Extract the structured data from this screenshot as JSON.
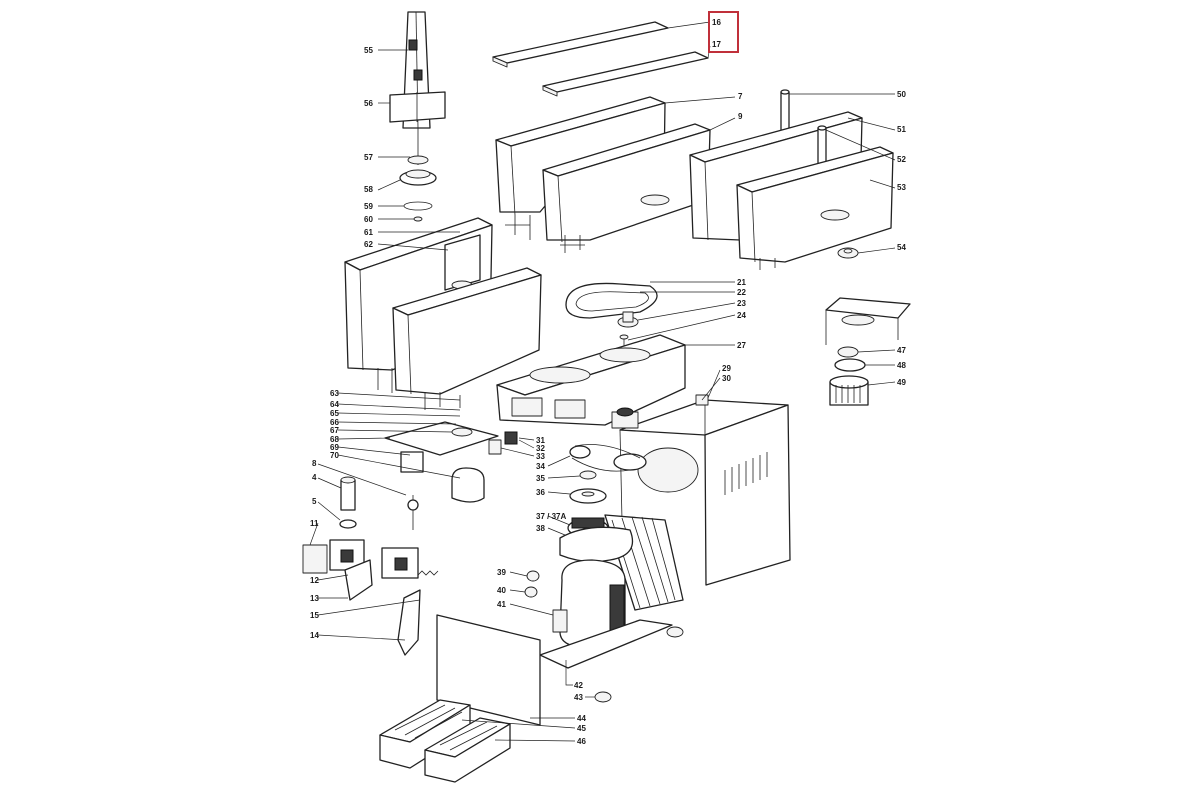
{
  "colors": {
    "ink": "#1a1a1a",
    "highlight": "#c0303a",
    "background": "#ffffff"
  },
  "highlight_labels": [
    "16",
    "17"
  ],
  "labels": [
    "16",
    "17",
    "7",
    "9",
    "50",
    "51",
    "52",
    "53",
    "54",
    "55",
    "56",
    "57",
    "58",
    "59",
    "60",
    "61",
    "62",
    "21",
    "22",
    "23",
    "24",
    "27",
    "29",
    "30",
    "31",
    "32",
    "33",
    "34",
    "35",
    "36",
    "37 / 37A",
    "38",
    "39",
    "40",
    "41",
    "42",
    "43",
    "44",
    "45",
    "46",
    "47",
    "48",
    "49",
    "63",
    "64",
    "65",
    "66",
    "67",
    "68",
    "69",
    "70",
    "8",
    "4",
    "5",
    "11",
    "12",
    "13",
    "15",
    "14"
  ]
}
